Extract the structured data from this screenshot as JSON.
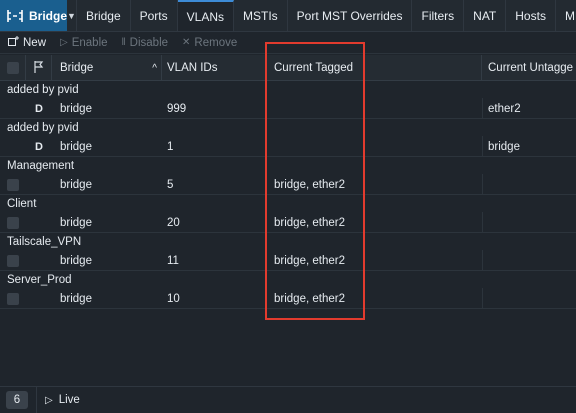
{
  "app": {
    "title": "Bridge"
  },
  "tabs": [
    {
      "label": "Bridge",
      "active": false
    },
    {
      "label": "Ports",
      "active": false
    },
    {
      "label": "VLANs",
      "active": true
    },
    {
      "label": "MSTIs",
      "active": false
    },
    {
      "label": "Port MST Overrides",
      "active": false
    },
    {
      "label": "Filters",
      "active": false
    },
    {
      "label": "NAT",
      "active": false
    },
    {
      "label": "Hosts",
      "active": false
    },
    {
      "label": "MDB",
      "active": false
    }
  ],
  "toolbar": {
    "new_label": "New",
    "enable_label": "Enable",
    "disable_label": "Disable",
    "remove_label": "Remove"
  },
  "table": {
    "columns": {
      "bridge": "Bridge",
      "vlan_ids": "VLAN IDs",
      "current_tagged": "Current Tagged",
      "current_untagged": "Current Untagge"
    },
    "sort_indicator": "^",
    "groups": [
      {
        "label": "added by pvid",
        "row": {
          "flag": "D",
          "bridge": "bridge",
          "vlan_ids": "999",
          "tagged": "",
          "untagged": "ether2"
        }
      },
      {
        "label": "added by pvid",
        "row": {
          "flag": "D",
          "bridge": "bridge",
          "vlan_ids": "1",
          "tagged": "",
          "untagged": "bridge"
        }
      },
      {
        "label": "Management",
        "row": {
          "flag": "",
          "bridge": "bridge",
          "vlan_ids": "5",
          "tagged": "bridge, ether2",
          "untagged": ""
        }
      },
      {
        "label": "Client",
        "row": {
          "flag": "",
          "bridge": "bridge",
          "vlan_ids": "20",
          "tagged": "bridge, ether2",
          "untagged": ""
        }
      },
      {
        "label": "Tailscale_VPN",
        "row": {
          "flag": "",
          "bridge": "bridge",
          "vlan_ids": "11",
          "tagged": "bridge, ether2",
          "untagged": ""
        }
      },
      {
        "label": "Server_Prod",
        "row": {
          "flag": "",
          "bridge": "bridge",
          "vlan_ids": "10",
          "tagged": "bridge, ether2",
          "untagged": ""
        }
      }
    ]
  },
  "footer": {
    "count": "6",
    "live_label": "Live"
  },
  "colors": {
    "accent": "#1a5f8f",
    "highlight": "#e23b2e"
  }
}
